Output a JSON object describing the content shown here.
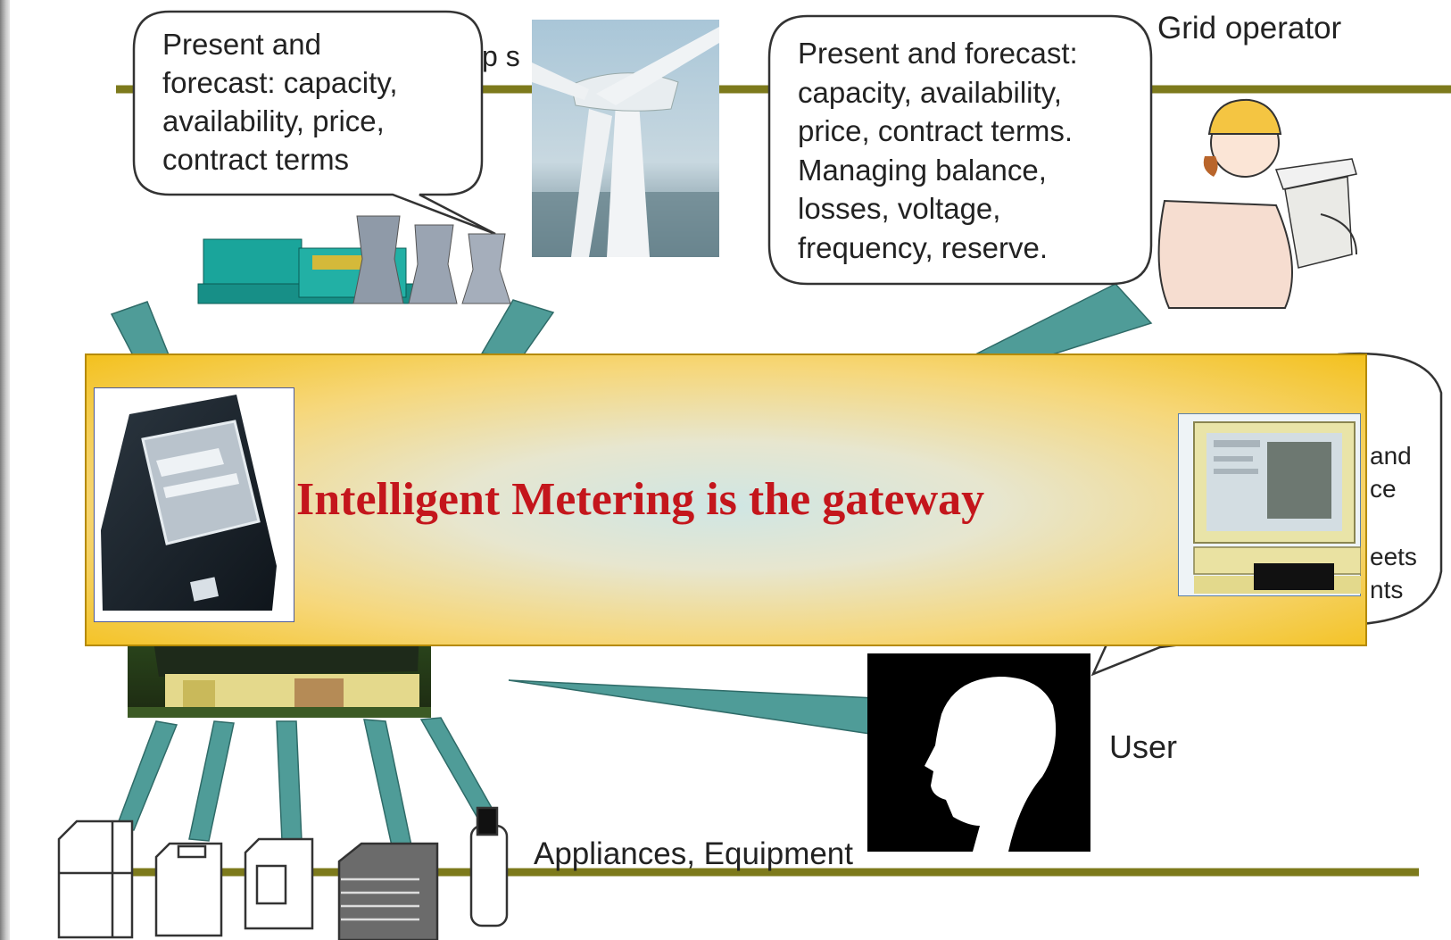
{
  "bubbles": {
    "generation": "Present and\nforecast:  capacity,\navailability, price,\ncontract terms",
    "grid": "Present and forecast:\ncapacity, availability,\nprice, contract terms.\nManaging balance,\nlosses, voltage,\nfrequency, reserve."
  },
  "labels": {
    "grid_operator": "Grid operator",
    "user": "User",
    "appliances": "Appliances, Equipment",
    "partial_top": "p s"
  },
  "partial_right": [
    "and",
    "ce",
    "eets",
    "nts"
  ],
  "banner": {
    "title": "Intelligent Metering is the gateway"
  },
  "colors": {
    "bus_line": "#7d7a1c",
    "connector": "#4f9c98",
    "banner_gold": "#f3c11e",
    "title_red": "#c4161c"
  },
  "icons": [
    "wind-turbine",
    "power-plant",
    "engineer",
    "house",
    "user-silhouette",
    "electricity-meter",
    "computer",
    "fridge",
    "washing-machine",
    "dryer",
    "radiator",
    "lamp"
  ]
}
